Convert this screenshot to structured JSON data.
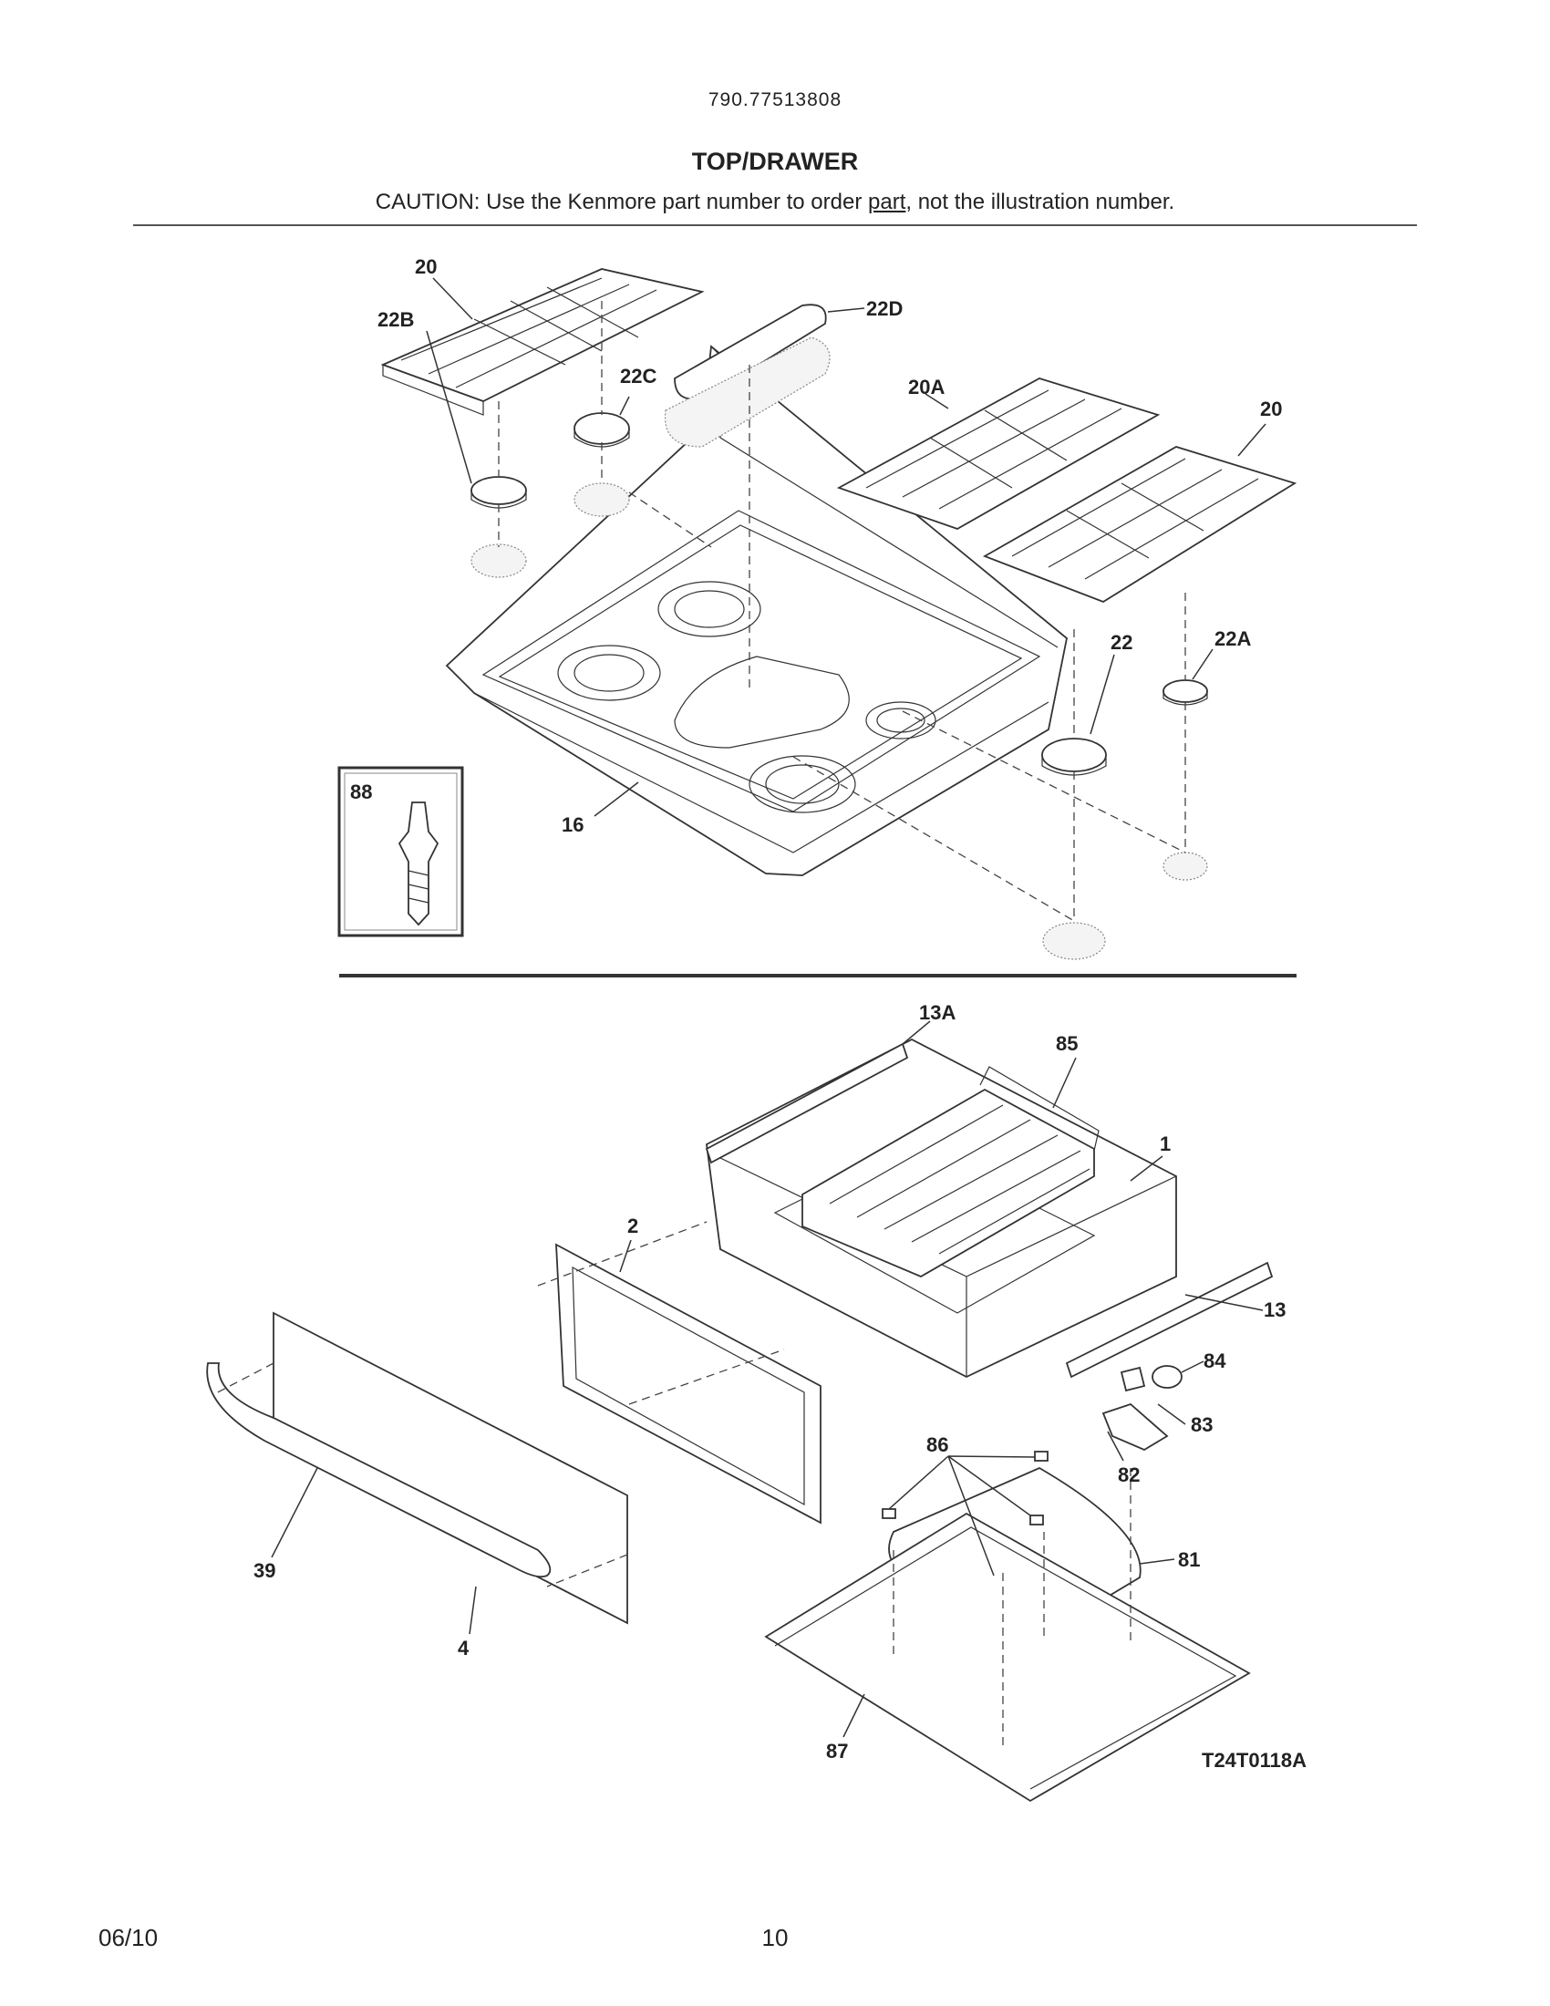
{
  "header": {
    "model_number": "790.77513808",
    "section_title": "TOP/DRAWER",
    "caution_before": "CAUTION: Use the Kenmore part number to order ",
    "caution_underlined": "part",
    "caution_after": ", not the illustration number."
  },
  "callouts": {
    "c20_left": "20",
    "c22D": "22D",
    "c22C": "22C",
    "c20A": "20A",
    "c20_right": "20",
    "c22B": "22B",
    "c22": "22",
    "c22A": "22A",
    "c88": "88",
    "c16": "16",
    "c13A": "13A",
    "c85": "85",
    "c1": "1",
    "c2": "2",
    "c13": "13",
    "c84": "84",
    "c83": "83",
    "c86": "86",
    "c82": "82",
    "c81": "81",
    "c39": "39",
    "c4": "4",
    "c87": "87"
  },
  "diagram_code": "T24T0118A",
  "footer": {
    "date": "06/10",
    "page_number": "10"
  }
}
